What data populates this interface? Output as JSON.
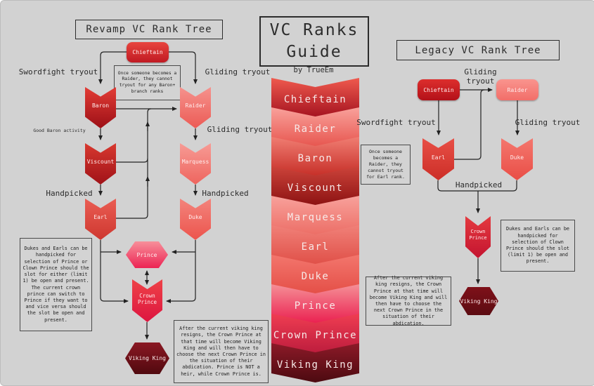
{
  "page": {
    "background": "#d2d2d2",
    "ink": "#222222"
  },
  "guide": {
    "title": "VC Ranks\nGuide",
    "byline": "by TrueEm",
    "ranks": [
      {
        "label": "Chieftain",
        "top": "#ef5a4e",
        "bottom": "#a51320"
      },
      {
        "label": "Raider",
        "top": "#f9a19b",
        "bottom": "#e7564f"
      },
      {
        "label": "Baron",
        "top": "#f07d72",
        "bottom": "#c62f28"
      },
      {
        "label": "Viscount",
        "top": "#cc433a",
        "bottom": "#8c1212"
      },
      {
        "label": "Marquess",
        "top": "#f8a19b",
        "bottom": "#ec6e66"
      },
      {
        "label": "Earl",
        "top": "#f08078",
        "bottom": "#e05048"
      },
      {
        "label": "Duke",
        "top": "#f3766d",
        "bottom": "#e44f47"
      },
      {
        "label": "Prince",
        "top": "#f58f96",
        "bottom": "#ea2050"
      },
      {
        "label": "Crown Prince",
        "top": "#ef3d52",
        "bottom": "#bd1d3d"
      },
      {
        "label": "Viking King",
        "top": "#8c1a28",
        "bottom": "#4c0a10"
      }
    ]
  },
  "revamp": {
    "title": "Revamp VC Rank Tree",
    "nodes": {
      "chieftain": "Chieftain",
      "baron": "Baron",
      "raider": "Raider",
      "viscount": "Viscount",
      "marquess": "Marquess",
      "earl": "Earl",
      "duke": "Duke",
      "prince": "Prince",
      "crown_prince": "Crown Prince",
      "viking_king": "Viking King"
    },
    "node_colors": {
      "chieftain": [
        "#e8453e",
        "#c01a23"
      ],
      "baron": [
        "#e33d36",
        "#9c0f16"
      ],
      "raider": [
        "#f5928d",
        "#ec5b55"
      ],
      "viscount": [
        "#d8392f",
        "#a01218"
      ],
      "marquess": [
        "#f79b95",
        "#ee655e"
      ],
      "earl": [
        "#ea5d53",
        "#ce372f"
      ],
      "duke": [
        "#f3847c",
        "#ec544d"
      ],
      "prince": [
        "#f78f9a",
        "#ec2454"
      ],
      "crown_prince": [
        "#ee4247",
        "#dd1540"
      ],
      "viking_king": [
        "#8a1823",
        "#51090f"
      ]
    },
    "labels": {
      "swordfight": "Swordfight tryout",
      "gliding_top": "Gliding tryout",
      "gliding_mid": "Gliding tryout",
      "good_baron": "Good Baron activity",
      "handpicked_left": "Handpicked",
      "handpicked_right": "Handpicked"
    },
    "notes": {
      "raider_note": "Once someone becomes a Raider, they cannot tryout for any Baron+ branch ranks",
      "handpick_note": "Dukes and Earls can be handpicked for selection of Prince or Clown Prince should the slot for either (limit 1) be open and present. The current crown prince can switch to Prince if they want to and vice versa should the slot be open and present.",
      "abdication_note": "After the current viking king resigns, the Crown Prince at that time will become Viking King and will then have to choose the next Crown Prince in the situation of their abdication. Prince is NOT a heir, while Crown Prince is."
    }
  },
  "legacy": {
    "title": "Legacy VC Rank Tree",
    "nodes": {
      "chieftain": "Chieftain",
      "raider": "Raider",
      "earl": "Earl",
      "duke": "Duke",
      "crown_prince": "Crown Prince",
      "viking_king": "Viking King"
    },
    "node_colors": {
      "chieftain": [
        "#dd2e2d",
        "#b31119"
      ],
      "raider": [
        "#f9948e",
        "#f26e69"
      ],
      "earl": [
        "#e84f46",
        "#cc2e27"
      ],
      "duke": [
        "#f4776e",
        "#e94e46"
      ],
      "crown_prince": [
        "#e43a3f",
        "#c41430"
      ],
      "viking_king": [
        "#7e1019",
        "#5c0c12"
      ]
    },
    "labels": {
      "gliding_top": "Gliding\ntryout",
      "swordfight": "Swordfight tryout",
      "gliding_right": "Gliding tryout",
      "handpicked": "Handpicked"
    },
    "notes": {
      "raider_note": "Once someone becomes a Raider, they cannot tryout for Earl rank.",
      "handpick_note": "Dukes and Earls can be handpicked for selection of Clown Prince should the slot (limit 1) be open and present.",
      "abdication_note": "After the current viking king resigns, the Crown Prince at that time will become Viking King and will then have to choose the next Crown Prince in the situation of their abdication."
    }
  }
}
